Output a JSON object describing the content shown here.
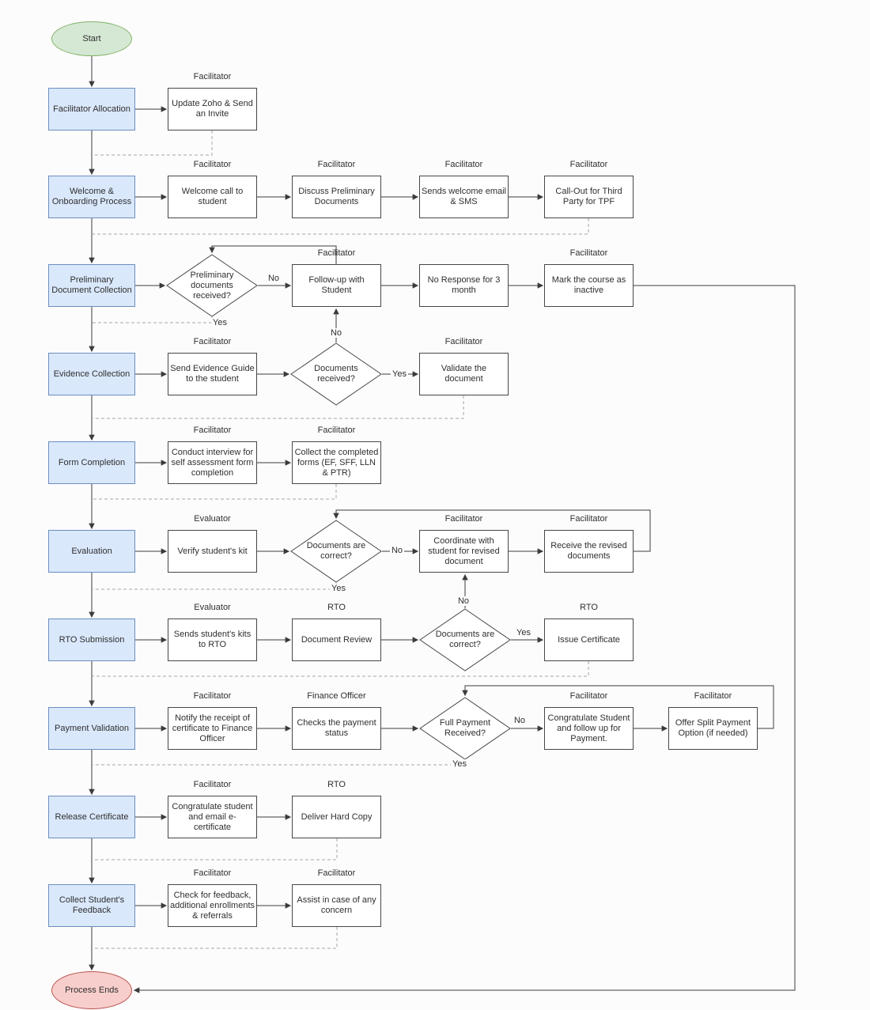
{
  "terminals": {
    "start": "Start",
    "end": "Process Ends"
  },
  "edge_labels": {
    "yes": "Yes",
    "no": "No"
  },
  "stages": {
    "facilitator_allocation": "Facilitator Allocation",
    "welcome_onboarding": "Welcome & Onboarding Process",
    "preliminary_docs": "Preliminary Document Collection",
    "evidence_collection": "Evidence Collection",
    "form_completion": "Form Completion",
    "evaluation": "Evaluation",
    "rto_submission": "RTO Submission",
    "payment_validation": "Payment Validation",
    "release_certificate": "Release Certificate",
    "collect_feedback": "Collect Student's Feedback"
  },
  "steps": {
    "update_zoho": {
      "role": "Facilitator",
      "text": "Update Zoho & Send an Invite"
    },
    "welcome_call": {
      "role": "Facilitator",
      "text": "Welcome call to student"
    },
    "discuss_prelim": {
      "role": "Facilitator",
      "text": "Discuss Preliminary Documents"
    },
    "sends_welcome": {
      "role": "Facilitator",
      "text": "Sends welcome email & SMS"
    },
    "call_out_tpf": {
      "role": "Facilitator",
      "text": "Call-Out for Third Party for TPF"
    },
    "follow_up": {
      "role": "Facilitator",
      "text": "Follow-up with Student"
    },
    "no_response": {
      "role": "",
      "text": "No Response for 3 month"
    },
    "mark_inactive": {
      "role": "Facilitator",
      "text": "Mark the course as inactive"
    },
    "send_evidence_guide": {
      "role": "Facilitator",
      "text": "Send Evidence Guide to the student"
    },
    "validate_document": {
      "role": "Facilitator",
      "text": "Validate the document"
    },
    "conduct_interview": {
      "role": "Facilitator",
      "text": "Conduct interview for self assessment form completion"
    },
    "collect_forms": {
      "role": "Facilitator",
      "text": "Collect the completed forms (EF, SFF, LLN & PTR)"
    },
    "verify_kit": {
      "role": "Evaluator",
      "text": "Verify student's kit"
    },
    "coordinate_revised": {
      "role": "Facilitator",
      "text": "Coordinate with student for revised document"
    },
    "receive_revised": {
      "role": "Facilitator",
      "text": "Receive the revised documents"
    },
    "sends_kits_rto": {
      "role": "Evaluator",
      "text": "Sends student's kits to RTO"
    },
    "document_review": {
      "role": "RTO",
      "text": "Document Review"
    },
    "issue_certificate": {
      "role": "RTO",
      "text": "Issue Certificate"
    },
    "notify_receipt": {
      "role": "Facilitator",
      "text": "Notify the receipt of certificate to Finance Officer"
    },
    "checks_payment": {
      "role": "Finance Officer",
      "text": "Checks the payment status"
    },
    "congratulate_payment": {
      "role": "Facilitator",
      "text": "Congratulate Student and follow up for Payment."
    },
    "offer_split": {
      "role": "Facilitator",
      "text": "Offer Split Payment Option (if needed)"
    },
    "congratulate_email": {
      "role": "Facilitator",
      "text": "Congratulate student and email e-certificate"
    },
    "deliver_hard_copy": {
      "role": "RTO",
      "text": "Deliver Hard Copy"
    },
    "check_feedback": {
      "role": "Facilitator",
      "text": "Check for feedback, additional enrollments & referrals"
    },
    "assist_concern": {
      "role": "Facilitator",
      "text": "Assist in case of any concern"
    }
  },
  "decisions": {
    "prelim_received": "Preliminary documents received?",
    "docs_received": "Documents received?",
    "docs_correct_eval": "Documents are correct?",
    "docs_correct_rto": "Documents are correct?",
    "full_payment_received": "Full Payment Received?"
  },
  "colors": {
    "stage_fill": "#dae8fc",
    "stage_border": "#6c8ebf",
    "start_fill": "#d5e8d4",
    "start_border": "#82b366",
    "end_fill": "#f8cecc",
    "end_border": "#b85450",
    "line": "#3b3b3b",
    "dashed_line": "#a6a6a6"
  }
}
